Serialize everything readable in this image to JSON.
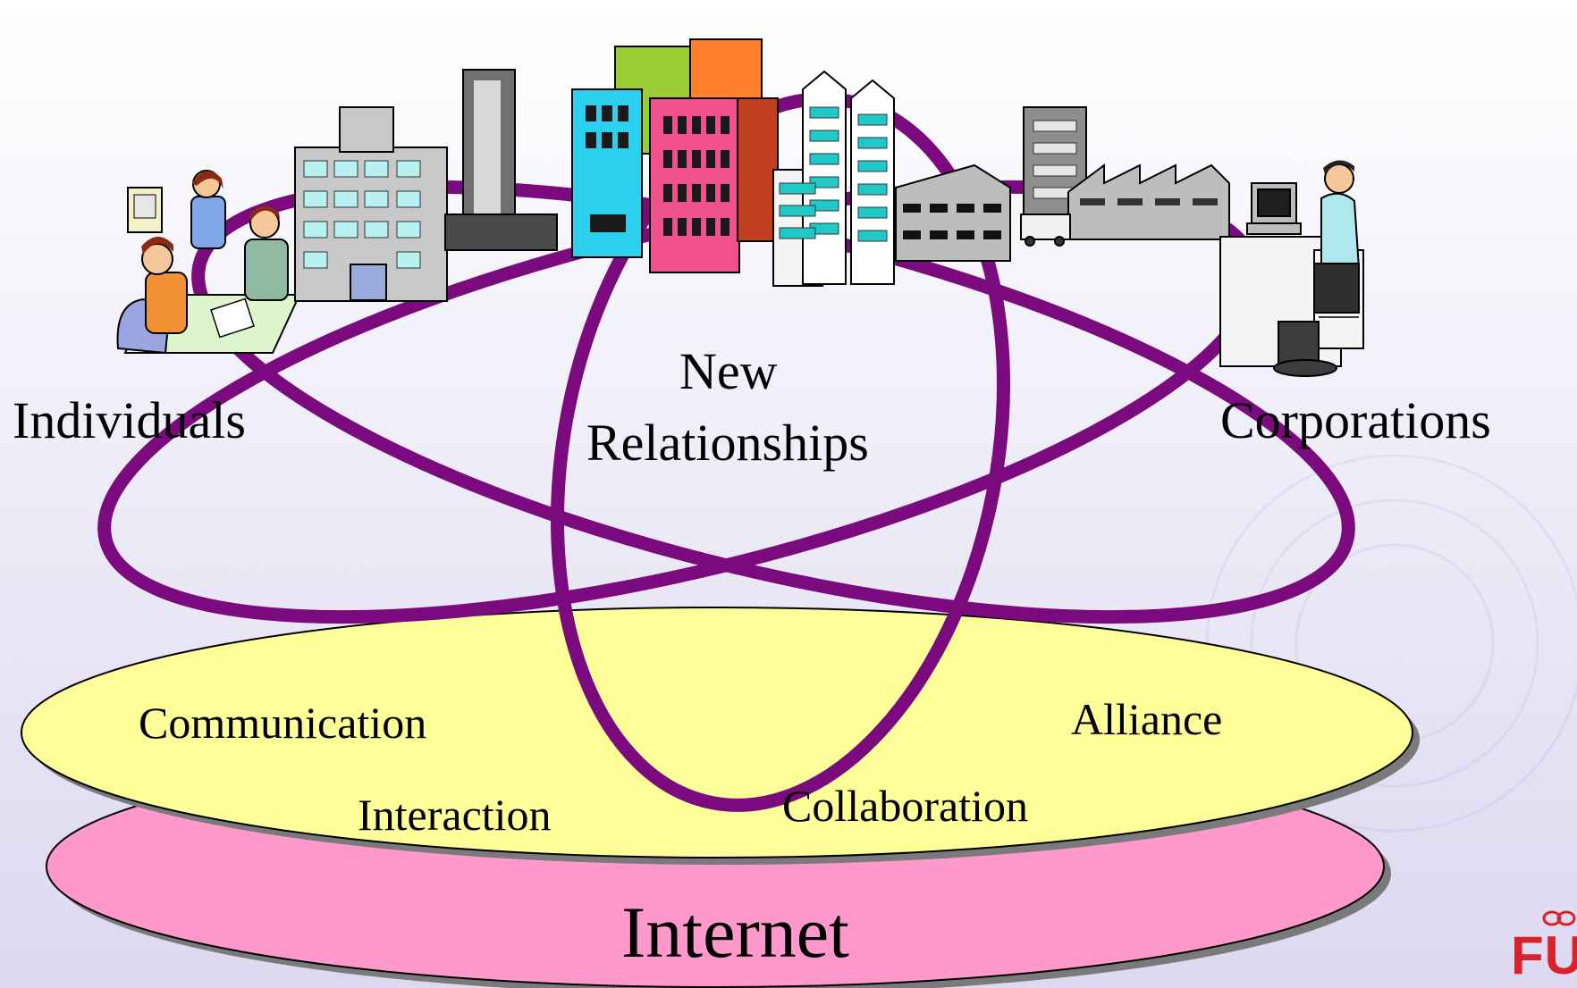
{
  "diagram": {
    "center_label_line1": "New",
    "center_label_line2": "Relationships",
    "left_label": "Individuals",
    "right_label": "Corporations",
    "disc_labels": {
      "communication": "Communication",
      "interaction": "Interaction",
      "collaboration": "Collaboration",
      "alliance": "Alliance"
    },
    "base_label": "Internet"
  },
  "logo": {
    "text": "FUJI"
  },
  "colors": {
    "orbit": "#7a0a7e",
    "yellow_disc": "#ffff99",
    "pink_disc": "#ff99cc",
    "logo": "#d8232a"
  }
}
